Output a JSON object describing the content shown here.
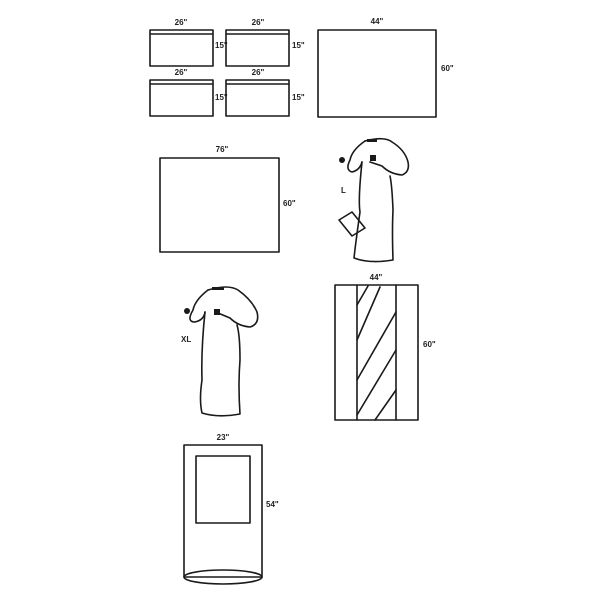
{
  "items": {
    "towel1": {
      "width": "26\"",
      "height": "15\""
    },
    "towel2": {
      "width": "26\"",
      "height": "15\""
    },
    "towel3": {
      "width": "26\"",
      "height": "15\""
    },
    "towel4": {
      "width": "26\"",
      "height": "15\""
    },
    "sheet_small": {
      "width": "44\"",
      "height": "60\""
    },
    "sheet_large": {
      "width": "76\"",
      "height": "60\""
    },
    "gown_large": {
      "size": "L"
    },
    "gown_xlarge": {
      "size": "XL"
    },
    "drape_striped": {
      "width": "44\"",
      "height": "60\""
    },
    "pouch_drape": {
      "width": "23\"",
      "height": "54\""
    }
  },
  "colors": {
    "line": "#1a1a1a",
    "background": "#ffffff"
  }
}
